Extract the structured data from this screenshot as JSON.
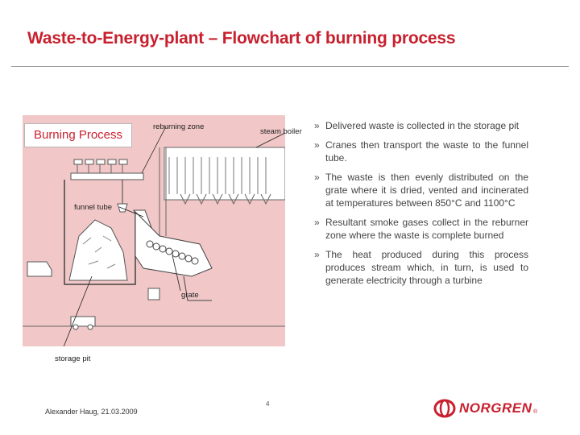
{
  "slide": {
    "title": "Waste-to-Energy-plant – Flowchart of burning process"
  },
  "diagram": {
    "box_label": "Burning Process",
    "labels": {
      "reburning_zone": "reburning zone",
      "steam_boiler": "steam boiler",
      "funnel_tube": "funnel tube",
      "grate": "grate",
      "storage_pit": "storage pit"
    },
    "background_color": "#f1c7c7"
  },
  "bullets": [
    "Delivered waste is collected in the storage pit",
    "Cranes then transport the waste to the funnel tube.",
    "The waste is then evenly distributed on the grate where it is dried, vented and incinerated at temperatures between 850°C and 1100°C",
    "Resultant smoke gases collect in the reburner zone where the waste is complete burned",
    "The heat produced during this process produces stream which, in turn, is used to generate electricity through a turbine"
  ],
  "bullet_marker": "»",
  "footer": {
    "author_date": "Alexander Haug, 21.03.2009",
    "page_number": "4",
    "logo_text": "NORGREN",
    "logo_mark": "®"
  },
  "colors": {
    "accent": "#c8202e"
  }
}
